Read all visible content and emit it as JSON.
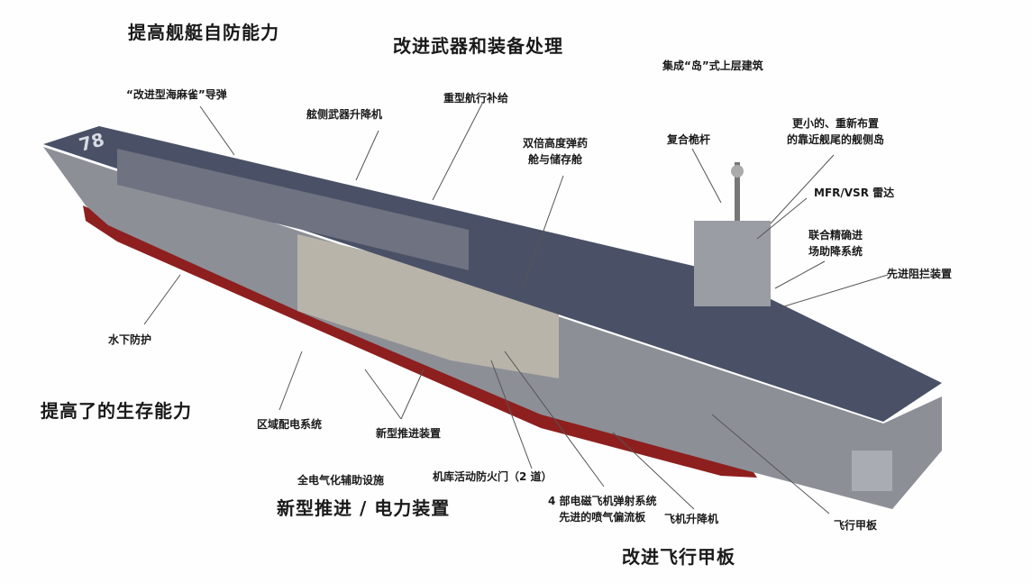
{
  "headings": {
    "self_defense": "提高舰艇自防能力",
    "weapons_handling": "改进武器和装备处理",
    "survivability": "提高了的生存能力",
    "propulsion_power": "新型推进 / 电力装置",
    "flight_deck": "改进飞行甲板"
  },
  "labels": {
    "island": "集成“岛”式上层建筑",
    "sea_sparrow": "“改进型海麻雀”导弹",
    "weapons_elevator": "舷侧武器升降机",
    "replenishment": "重型航行补给",
    "magazine_1": "双倍高度弹药",
    "magazine_2": "舱与储存舱",
    "mast": "复合桅杆",
    "smaller_island_1": "更小的、重新布置",
    "smaller_island_2": "的靠近舰尾的舰侧岛",
    "radar": "MFR/VSR 雷达",
    "jpals_1": "联合精确进",
    "jpals_2": "场助降系统",
    "arresting": "先进阻拦装置",
    "underwater": "水下防护",
    "zonal_power": "区域配电系统",
    "new_propulsion": "新型推进装置",
    "electric_aux": "全电气化辅助设施",
    "fire_doors": "机库活动防火门（2 道）",
    "emals": "4 部电磁飞机弹射系统",
    "blast_deflector": "先进的喷气偏流板",
    "aircraft_elevator": "飞机升降机",
    "deck": "飞行甲板"
  },
  "hull_number": "78",
  "colors": {
    "hull": "#8e1f1f",
    "side": "#8c8f96",
    "deck": "#4a5166",
    "line": "#555555"
  }
}
